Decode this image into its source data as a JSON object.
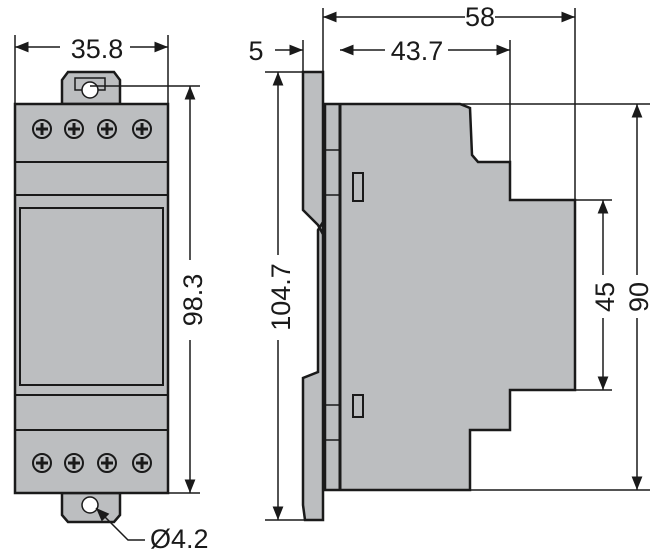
{
  "colors": {
    "body": "#bcbec0",
    "line": "#1a1a1a"
  },
  "front_view": {
    "width_label": "35.8",
    "height_label": "98.3",
    "hole_label": "Ø4.2"
  },
  "side_view": {
    "total_depth_label": "58",
    "body_depth_label": "43.7",
    "rail_label": "5",
    "total_height_label": "104.7",
    "front_height_label": "45",
    "body_height_label": "90"
  }
}
